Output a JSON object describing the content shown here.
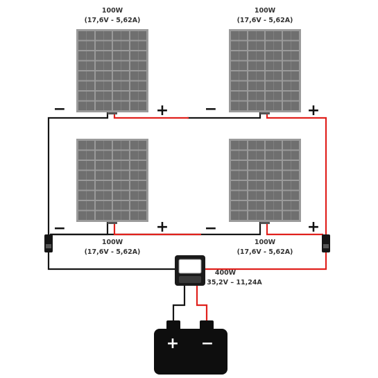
{
  "panels": [
    {
      "id": "top-left",
      "power": "100W",
      "spec": "(17,6V - 5,62A)",
      "neg": "−",
      "pos": "+"
    },
    {
      "id": "top-right",
      "power": "100W",
      "spec": "(17,6V - 5,62A)",
      "neg": "−",
      "pos": "+"
    },
    {
      "id": "bottom-left",
      "power": "100W",
      "spec": "(17,6V - 5,62A)",
      "neg": "−",
      "pos": "+"
    },
    {
      "id": "bottom-right",
      "power": "100W",
      "spec": "(17,6V - 5,62A)",
      "neg": "−",
      "pos": "+"
    }
  ],
  "controller": {
    "power": "400W",
    "spec": "35,2V – 11,24A"
  },
  "battery": {
    "pos": "+",
    "neg": "−"
  },
  "colors": {
    "positive_wire": "#e0201c",
    "negative_wire": "#151515",
    "panel_frame": "#9a9a9a",
    "panel_cell": "#6f6f6f",
    "battery_body": "#0e0e0e"
  }
}
